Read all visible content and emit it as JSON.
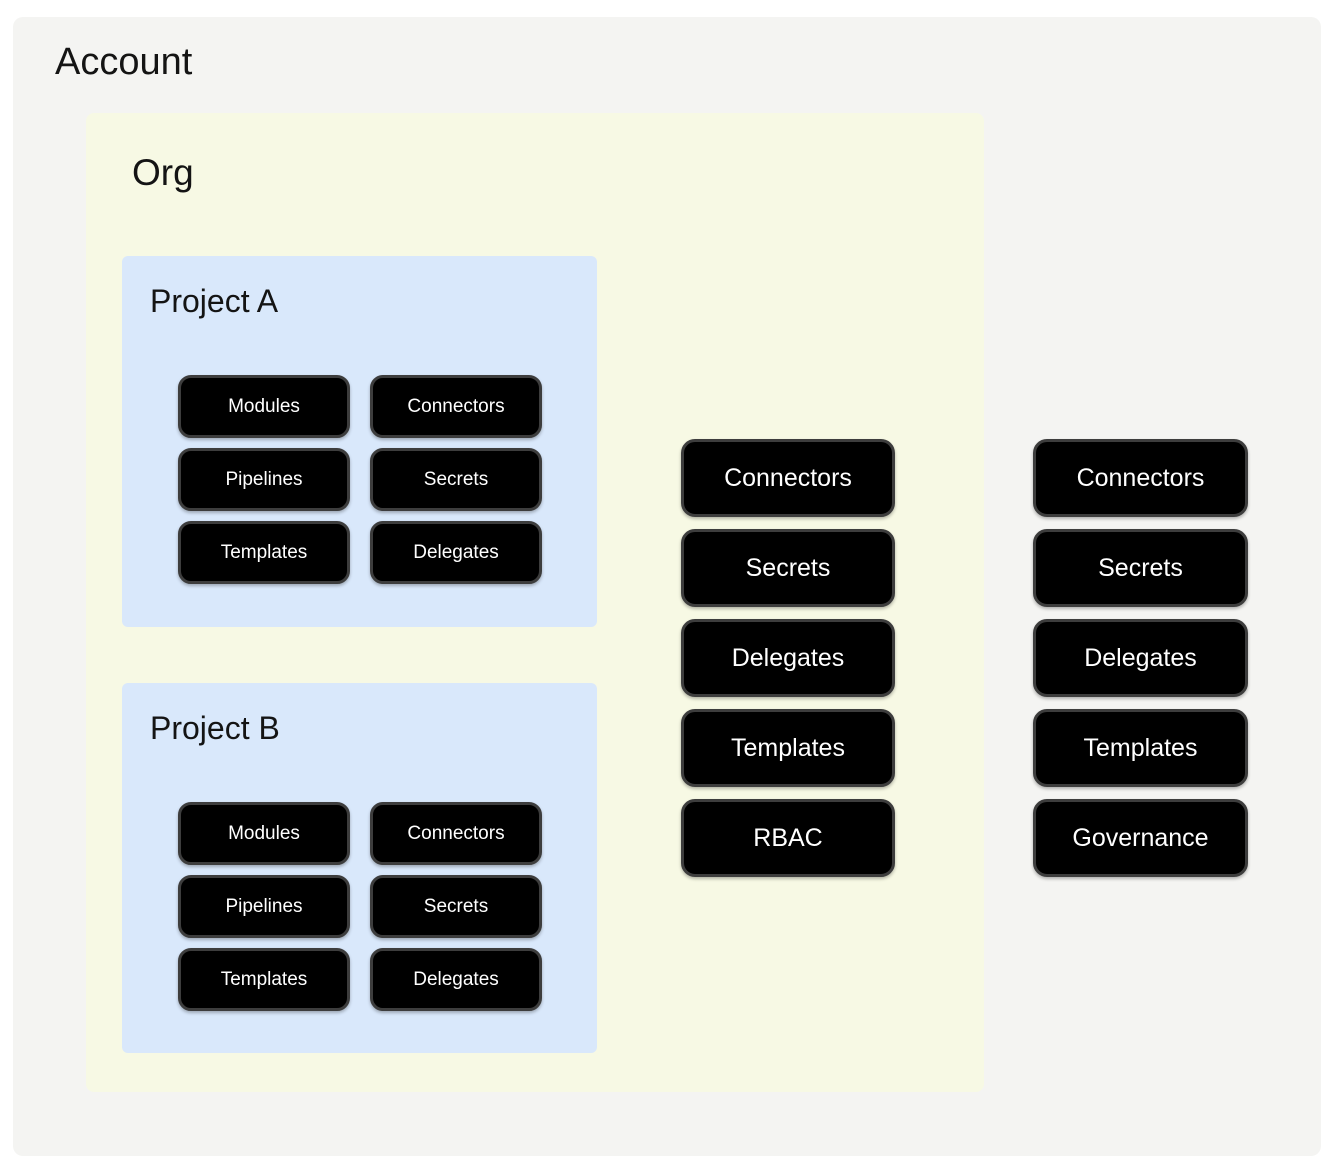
{
  "account": {
    "title": "Account",
    "resources": [
      "Connectors",
      "Secrets",
      "Delegates",
      "Templates",
      "Governance"
    ],
    "org": {
      "title": "Org",
      "resources": [
        "Connectors",
        "Secrets",
        "Delegates",
        "Templates",
        "RBAC"
      ],
      "projects": [
        {
          "title": "Project A",
          "resources": [
            "Modules",
            "Connectors",
            "Pipelines",
            "Secrets",
            "Templates",
            "Delegates"
          ]
        },
        {
          "title": "Project B",
          "resources": [
            "Modules",
            "Connectors",
            "Pipelines",
            "Secrets",
            "Templates",
            "Delegates"
          ]
        }
      ]
    }
  },
  "colors": {
    "account_bg": "#f4f4f2",
    "org_bg": "#f7f9e4",
    "project_bg": "#d9e8fb",
    "node_bg": "#000000",
    "node_border": "#3d3d3d",
    "node_text": "#ffffff",
    "title_text": "#141414",
    "page_bg": "#ffffff"
  }
}
